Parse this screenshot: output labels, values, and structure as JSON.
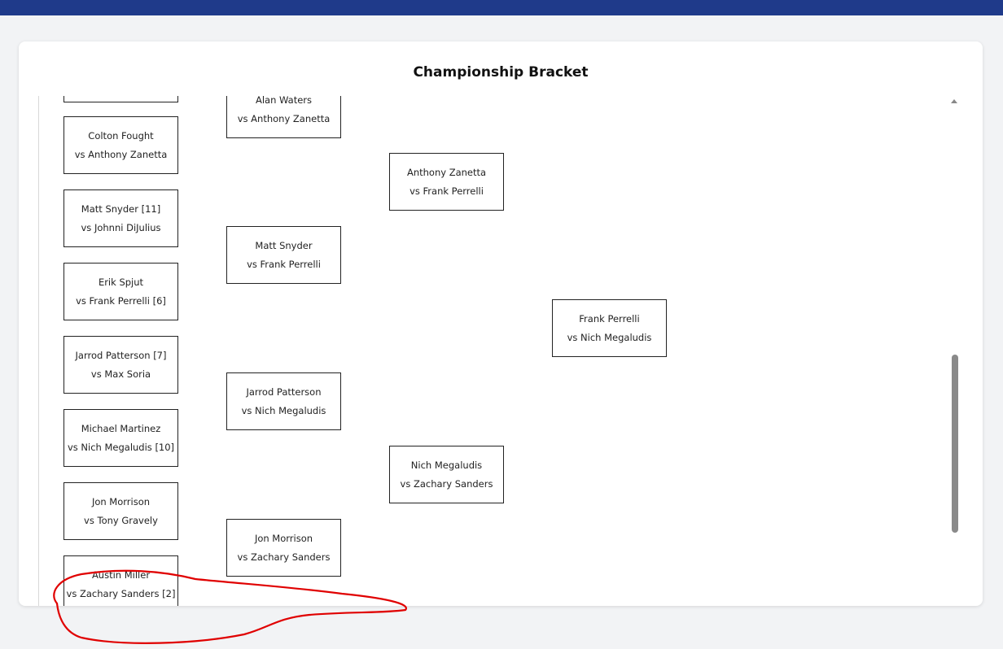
{
  "page": {
    "title": "Championship Bracket",
    "header_color": "#1f3a8a"
  },
  "bracket": {
    "rounds": [
      {
        "matches": [
          {
            "top": "",
            "bottom": ""
          },
          {
            "top": "Colton Fought",
            "bottom": "vs Anthony Zanetta"
          },
          {
            "top": "Matt Snyder [11]",
            "bottom": "vs Johnni DiJulius"
          },
          {
            "top": "Erik Spjut",
            "bottom": "vs Frank Perrelli [6]"
          },
          {
            "top": "Jarrod Patterson [7]",
            "bottom": "vs Max Soria"
          },
          {
            "top": "Michael Martinez",
            "bottom": "vs Nich Megaludis [10]"
          },
          {
            "top": "Jon Morrison",
            "bottom": "vs Tony Gravely"
          },
          {
            "top": "Austin Miller",
            "bottom": "vs Zachary Sanders [2]"
          }
        ]
      },
      {
        "matches": [
          {
            "top": "Alan Waters",
            "bottom": "vs Anthony Zanetta"
          },
          {
            "top": "Matt Snyder",
            "bottom": "vs Frank Perrelli"
          },
          {
            "top": "Jarrod Patterson",
            "bottom": "vs Nich Megaludis"
          },
          {
            "top": "Jon Morrison",
            "bottom": "vs Zachary Sanders"
          }
        ]
      },
      {
        "matches": [
          {
            "top": "Anthony Zanetta",
            "bottom": "vs Frank Perrelli"
          },
          {
            "top": "Nich Megaludis",
            "bottom": "vs Zachary Sanders"
          }
        ]
      },
      {
        "matches": [
          {
            "top": "Frank Perrelli",
            "bottom": "vs Nich Megaludis"
          }
        ]
      }
    ]
  },
  "scrollbar": {
    "position_fraction": 0.78,
    "thumb_fraction": 0.36
  },
  "annotation": {
    "shape": "hand-drawn ellipse",
    "color": "#e00000"
  }
}
